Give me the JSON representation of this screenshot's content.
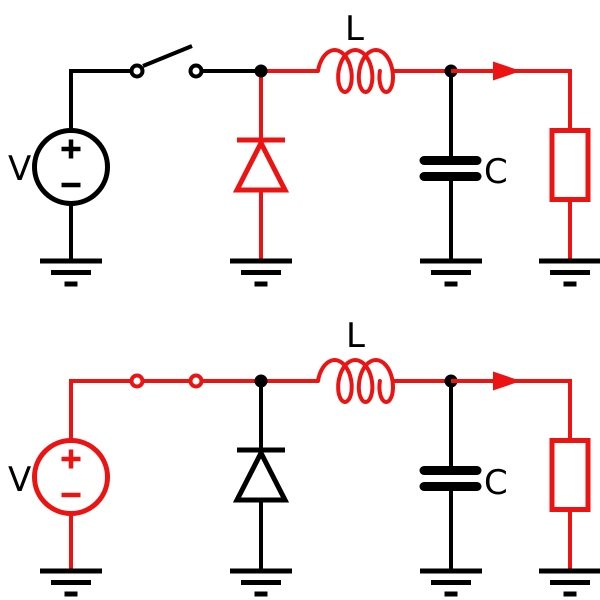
{
  "colors": {
    "active_path": "#ec1313",
    "inactive_path": "#000000",
    "background": "#ffffff"
  },
  "circuits": [
    {
      "state": "switch-open",
      "switch_state": "open",
      "active_branch": "diode-inductor-load",
      "source_label": "V",
      "inductor_label": "L",
      "capacitor_label": "C"
    },
    {
      "state": "switch-closed",
      "switch_state": "closed",
      "active_branch": "source-switch-inductor-load",
      "source_label": "V",
      "inductor_label": "L",
      "capacitor_label": "C"
    }
  ]
}
